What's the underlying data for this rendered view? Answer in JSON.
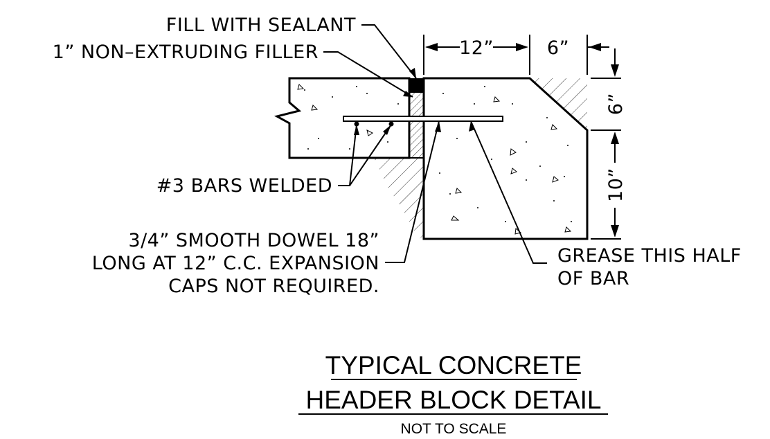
{
  "labels": {
    "fill_sealant": "FILL WITH SEALANT",
    "filler": "1” NON–EXTRUDING FILLER",
    "bars": "#3 BARS WELDED",
    "dowel_line1": "3/4” SMOOTH DOWEL 18”",
    "dowel_line2": "LONG AT 12” C.C. EXPANSION",
    "dowel_line3": "CAPS NOT REQUIRED.",
    "grease_line1": "GREASE THIS HALF",
    "grease_line2": "OF BAR"
  },
  "dimensions": {
    "width_12": "12”",
    "width_6": "6”",
    "height_6": "6”",
    "height_10": "10”"
  },
  "title": {
    "line1": "TYPICAL CONCRETE",
    "line2": "HEADER BLOCK  DETAIL",
    "scale": "NOT TO SCALE"
  }
}
